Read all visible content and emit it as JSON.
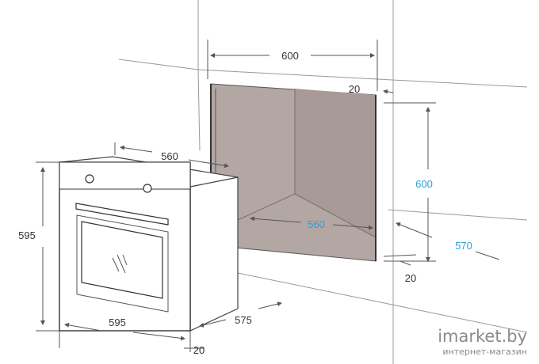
{
  "dimensions": {
    "niche_width": "600",
    "niche_side_gap": "20",
    "niche_height": "600",
    "niche_inner_width": "560",
    "niche_depth": "570",
    "niche_bottom_gap": "20",
    "oven_top_width": "560",
    "oven_height": "595",
    "oven_width": "595",
    "oven_depth": "575",
    "oven_bottom_gap": "20"
  },
  "watermark": {
    "brand": "imarket.by",
    "subtitle": "интернет-магазин"
  },
  "colors": {
    "line": "#555555",
    "niche_fill": "#b3a7a3",
    "label_accent": "#2a9fd6",
    "label_default": "#333333"
  }
}
